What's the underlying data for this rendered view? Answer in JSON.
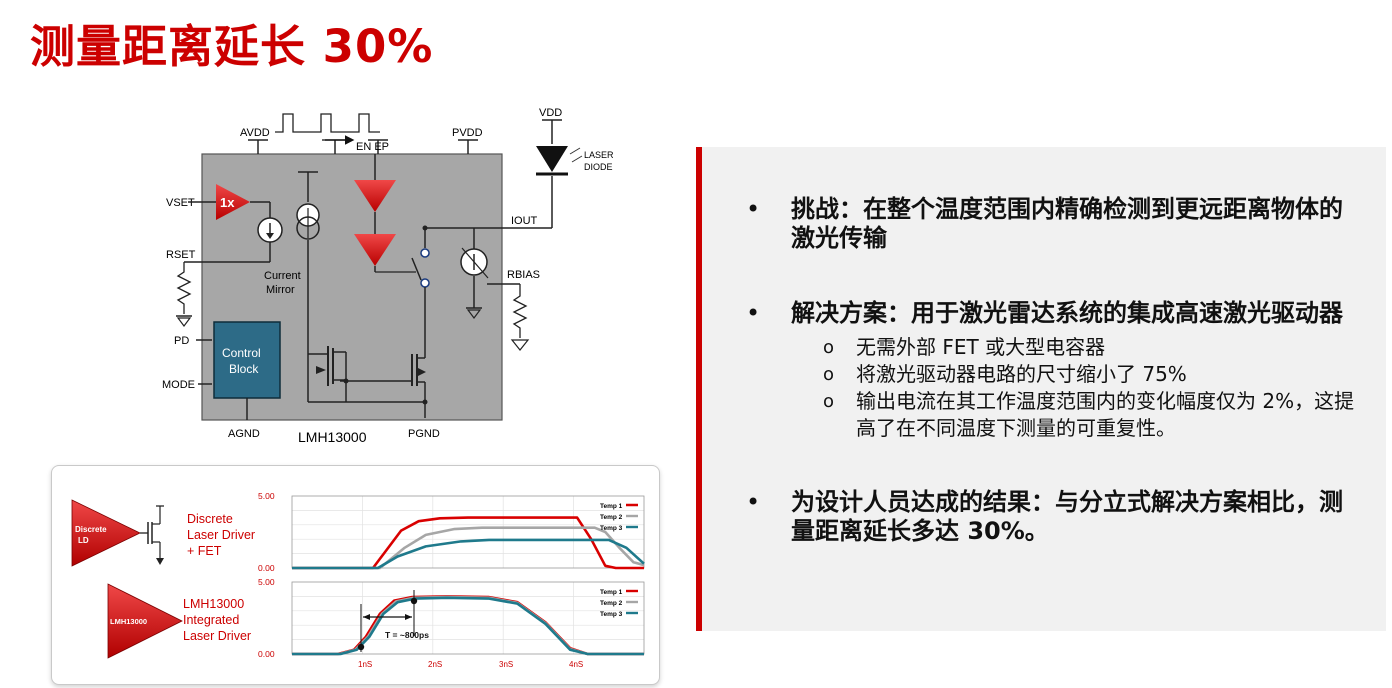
{
  "slide": {
    "title": "测量距离延长 30%"
  },
  "diagram": {
    "pins": {
      "avdd": "AVDD",
      "en_ep": "EN EP",
      "pvdd": "PVDD",
      "vdd": "VDD",
      "laser_diode": [
        "LASER",
        "DIODE"
      ],
      "iout": "IOUT",
      "rbias": "RBIAS",
      "vset": "VSET",
      "rset": "RSET",
      "pd": "PD",
      "mode": "MODE",
      "agnd": "AGND",
      "pgnd": "PGND"
    },
    "amp_label": "1x",
    "current_mirror": [
      "Current",
      "Mirror"
    ],
    "control_block": [
      "Control",
      "Block"
    ],
    "chip_name": "LMH13000"
  },
  "waveforms": {
    "top": {
      "driver_badge": [
        "Discrete",
        "LD"
      ],
      "driver_label": [
        "Discrete",
        "Laser Driver",
        "+ FET"
      ]
    },
    "bottom": {
      "driver_badge": "LMH13000",
      "driver_label": [
        "LMH13000",
        "Integrated",
        "Laser Driver"
      ],
      "annotation": "T = ~800ps"
    }
  },
  "chart_data": [
    {
      "type": "line",
      "y_ticks": [
        "5.00",
        "0.00"
      ],
      "ylim": [
        0,
        5
      ],
      "xlim": [
        0,
        5
      ],
      "grid": true,
      "legend_placement": "top-right",
      "series": [
        {
          "name": "Temp 1",
          "color": "#d90000",
          "points": [
            [
              0,
              0
            ],
            [
              1.15,
              0
            ],
            [
              1.55,
              2.6
            ],
            [
              1.8,
              3.25
            ],
            [
              2.1,
              3.45
            ],
            [
              2.5,
              3.5
            ],
            [
              3.6,
              3.5
            ],
            [
              4.05,
              3.5
            ],
            [
              4.25,
              2.0
            ],
            [
              4.45,
              0.15
            ],
            [
              4.6,
              0
            ],
            [
              5,
              0
            ]
          ]
        },
        {
          "name": "Temp 2",
          "color": "#a6a6a6",
          "points": [
            [
              0,
              0
            ],
            [
              1.25,
              0
            ],
            [
              1.6,
              1.4
            ],
            [
              1.9,
              2.3
            ],
            [
              2.3,
              2.7
            ],
            [
              2.7,
              2.8
            ],
            [
              4.3,
              2.8
            ],
            [
              4.45,
              2.5
            ],
            [
              4.65,
              1.4
            ],
            [
              4.85,
              0.4
            ],
            [
              5,
              0.2
            ]
          ]
        },
        {
          "name": "Temp 3",
          "color": "#1f7a8c",
          "points": [
            [
              0,
              0
            ],
            [
              1.22,
              0
            ],
            [
              1.5,
              0.8
            ],
            [
              1.9,
              1.5
            ],
            [
              2.4,
              1.85
            ],
            [
              2.8,
              1.95
            ],
            [
              4.5,
              1.95
            ],
            [
              4.75,
              1.4
            ],
            [
              5,
              0.3
            ]
          ]
        }
      ]
    },
    {
      "type": "line",
      "y_ticks": [
        "5.00",
        "0.00"
      ],
      "x_ticks": [
        "1nS",
        "2nS",
        "3nS",
        "4nS"
      ],
      "ylim": [
        0,
        5
      ],
      "xlim": [
        0,
        5
      ],
      "grid": true,
      "legend_placement": "top-right",
      "series": [
        {
          "name": "Temp 1",
          "color": "#d90000",
          "points": [
            [
              0,
              0
            ],
            [
              0.65,
              0
            ],
            [
              0.88,
              0.3
            ],
            [
              1.05,
              1.2
            ],
            [
              1.25,
              2.8
            ],
            [
              1.45,
              3.7
            ],
            [
              1.7,
              3.95
            ],
            [
              2.2,
              4.0
            ],
            [
              2.8,
              3.95
            ],
            [
              3.2,
              3.6
            ],
            [
              3.6,
              2.2
            ],
            [
              3.95,
              0.4
            ],
            [
              4.2,
              0
            ],
            [
              5,
              0
            ]
          ]
        },
        {
          "name": "Temp 2",
          "color": "#a6a6a6",
          "points": [
            [
              0,
              0
            ],
            [
              0.67,
              0
            ],
            [
              0.9,
              0.3
            ],
            [
              1.08,
              1.2
            ],
            [
              1.28,
              2.8
            ],
            [
              1.48,
              3.65
            ],
            [
              1.73,
              3.9
            ],
            [
              2.2,
              3.95
            ],
            [
              2.8,
              3.9
            ],
            [
              3.2,
              3.55
            ],
            [
              3.6,
              2.15
            ],
            [
              3.95,
              0.35
            ],
            [
              4.2,
              0
            ],
            [
              5,
              0
            ]
          ]
        },
        {
          "name": "Temp 3",
          "color": "#1f7a8c",
          "points": [
            [
              0,
              0
            ],
            [
              0.69,
              0
            ],
            [
              0.92,
              0.3
            ],
            [
              1.1,
              1.2
            ],
            [
              1.3,
              2.8
            ],
            [
              1.5,
              3.6
            ],
            [
              1.75,
              3.85
            ],
            [
              2.2,
              3.9
            ],
            [
              2.8,
              3.85
            ],
            [
              3.2,
              3.5
            ],
            [
              3.6,
              2.1
            ],
            [
              3.95,
              0.3
            ],
            [
              4.2,
              0
            ],
            [
              5,
              0
            ]
          ]
        }
      ]
    }
  ],
  "bullets": [
    {
      "text": "挑战：在整个温度范围内精确检测到更远距离物体的激光传输"
    },
    {
      "text": "解决方案：用于激光雷达系统的集成高速激光驱动器",
      "subs": [
        "无需外部 FET 或大型电容器",
        "将激光驱动器电路的尺寸缩小了 75%",
        "输出电流在其工作温度范围内的变化幅度仅为 2%，这提高了在不同温度下测量的可重复性。"
      ]
    },
    {
      "text": "为设计人员达成的结果：与分立式解决方案相比，测量距离延长多达 30%。"
    }
  ]
}
